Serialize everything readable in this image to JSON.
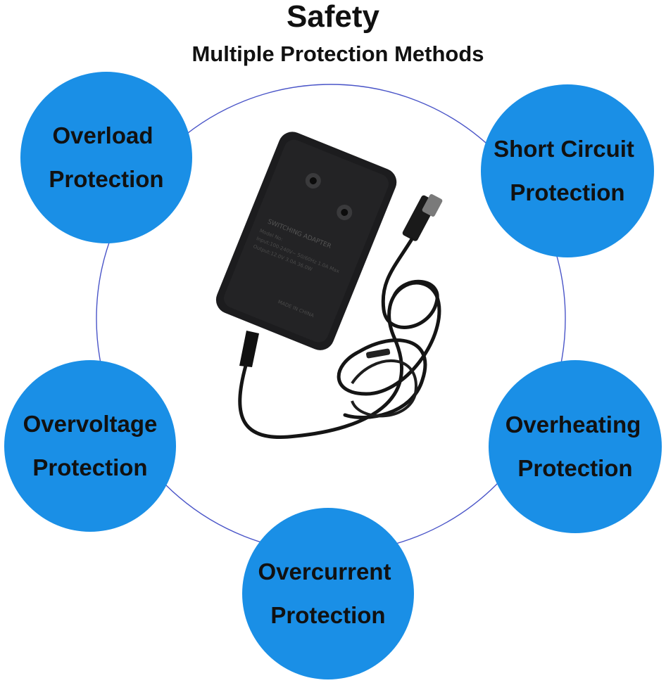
{
  "header": {
    "title": "Safety",
    "subtitle": "Multiple Protection Methods"
  },
  "colors": {
    "bubble": "#1a8fe6",
    "ring": "#4a55c8",
    "text": "#111111",
    "adapter_body": "#1c1c1e"
  },
  "protections": [
    {
      "line1": "Overload",
      "line2": "Protection"
    },
    {
      "line1": "Short Circuit",
      "line2": "Protection"
    },
    {
      "line1": "Overvoltage",
      "line2": "Protection"
    },
    {
      "line1": "Overheating",
      "line2": "Protection"
    },
    {
      "line1": "Overcurrent",
      "line2": "Protection"
    }
  ],
  "product": {
    "name": "power-adapter",
    "label_lines": [
      "SWITCHING ADAPTER",
      "Model No:",
      "Input:100-240V~ 50/60Hz 1.0A Max",
      "Output:12.0V ⎓ 3.0A 36.0W",
      "MADE IN CHINA"
    ]
  }
}
